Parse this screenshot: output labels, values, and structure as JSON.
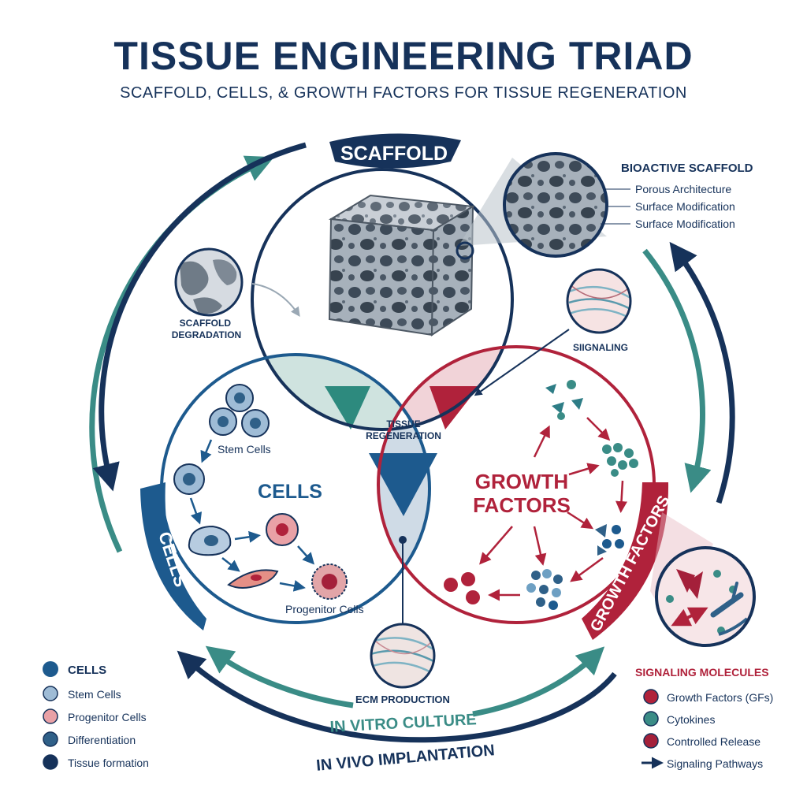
{
  "title": "TISSUE ENGINEERING TRIAD",
  "subtitle": "SCAFFOLD, CELLS, & GROWTH FACTORS FOR TISSUE REGENERATION",
  "colors": {
    "navy": "#16325a",
    "cells_blue": "#1d5a8e",
    "teal": "#3a8c86",
    "red": "#b0223b",
    "light_teal": "#cfe3df",
    "light_red": "#f1d3d8",
    "light_blue": "#cfdbe6",
    "scaffold_gray": "#8f9aa6"
  },
  "scaffold": {
    "tab_label": "SCAFFOLD",
    "detail_title": "BIOACTIVE SCAFFOLD",
    "details": [
      "Porous Architecture",
      "Surface Modification",
      "Surface Modification"
    ],
    "degradation_label": "SCAFFOLD\nDEGRADATION",
    "signaling_label": "SIIGNALING"
  },
  "cells": {
    "tab_label": "CELLS",
    "heading": "CELLS",
    "stem_label": "Stem Cells",
    "progenitor_label": "Progenitor Cells"
  },
  "growth": {
    "tab_label": "GROWTH FACTORS",
    "heading_line1": "GROWTH",
    "heading_line2": "FACTORS"
  },
  "center": {
    "line1": "TISSUE",
    "line2": "REGENERATION",
    "ecm_label": "ECM PRODUCTION"
  },
  "cycle": {
    "in_vitro": "IN VITRO CULTURE",
    "in_vivo": "IN VIVO IMPLANTATION"
  },
  "legend_cells": {
    "title": "CELLS",
    "items": [
      {
        "label": "Stem Cells",
        "color": "#9fbcd6"
      },
      {
        "label": "Progenitor Cells",
        "color": "#e9a1a6"
      },
      {
        "label": "Differentiation",
        "color": "#2f6088"
      },
      {
        "label": "Tissue formation",
        "color": "#16325a"
      }
    ]
  },
  "legend_signal": {
    "title": "SIGNALING MOLECULES",
    "items": [
      {
        "label": "Growth Factors (GFs)",
        "color": "#b0223b"
      },
      {
        "label": "Cytokines",
        "color": "#3a8c86"
      },
      {
        "label": "Controlled Release",
        "color": "#a4203a"
      }
    ],
    "arrow_label": "Signaling Pathways"
  }
}
